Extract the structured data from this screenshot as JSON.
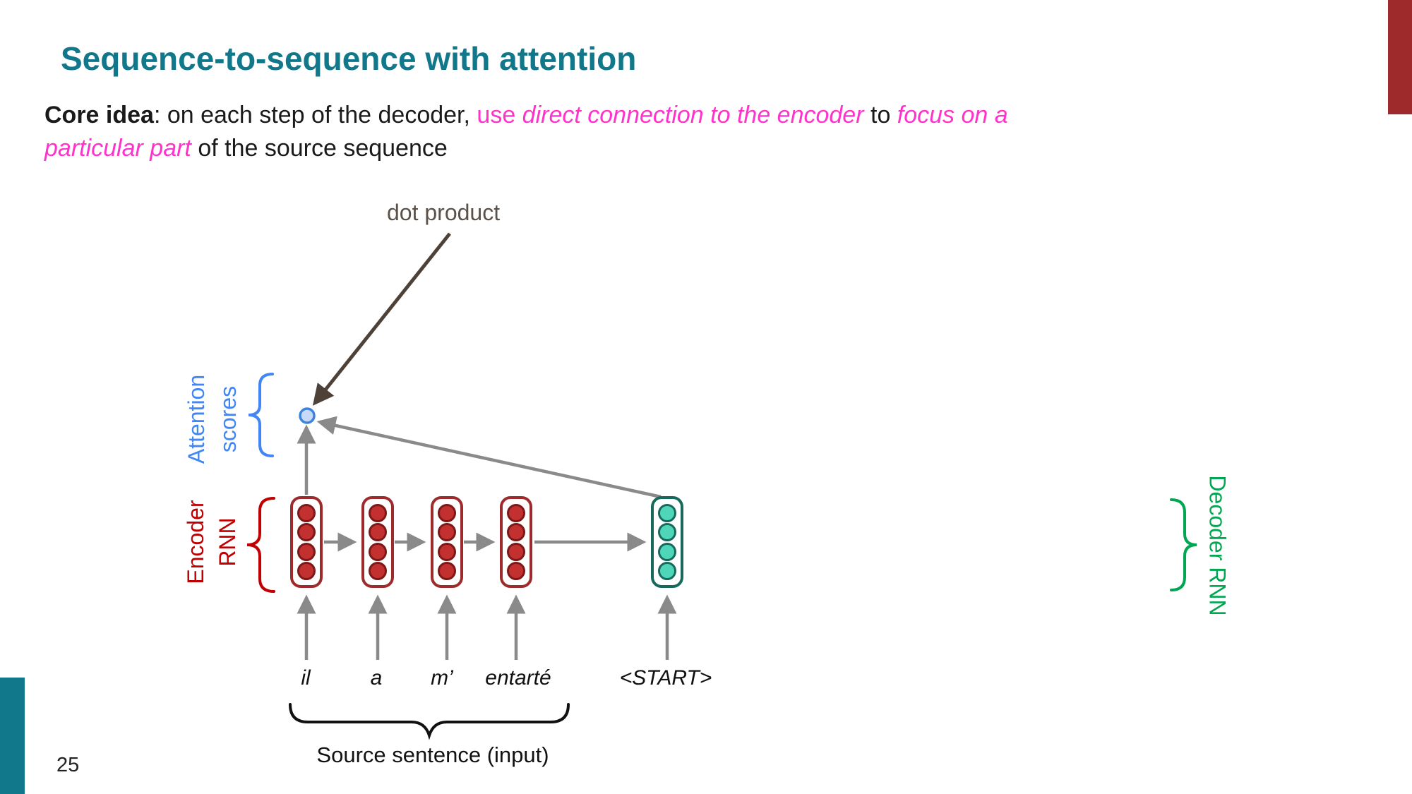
{
  "slide": {
    "title": "Sequence-to-sequence with attention",
    "page_number": "25"
  },
  "core_idea": {
    "lead": "Core idea",
    "seg_colon": ": on each step of the decoder, ",
    "seg_use": "use ",
    "seg_direct": "direct connection to the encoder",
    "seg_to": " to ",
    "seg_focus_line1": "focus on a",
    "seg_focus_line2": "particular part",
    "seg_tail": " of the source sequence"
  },
  "diagram": {
    "dot_product_label": "dot product",
    "attention_label_line1": "Attention",
    "attention_label_line2": "scores",
    "encoder_label_line1": "Encoder",
    "encoder_label_line2": "RNN",
    "decoder_label": "Decoder RNN",
    "source_words": [
      "il",
      "a",
      "m’",
      "entarté"
    ],
    "start_token": "<START>",
    "source_caption": "Source sentence (input)",
    "colors": {
      "title_teal": "#11778A",
      "corner_dark_red": "#9E2A2B",
      "magenta_highlight": "#FF33CC",
      "encoder_red": "#C00000",
      "stack_border_red": "#9E2B2B",
      "hidden_cell_red": "#C23030",
      "decoder_teal_border": "#17695C",
      "decoder_cell_teal": "#4FD6B8",
      "attention_blue": "#4285F4",
      "attention_dot_fill": "#C6DAF8",
      "decoder_green": "#00A651",
      "arrow_gray": "#8A8A8A",
      "dot_product_brown": "#4E4238"
    }
  }
}
